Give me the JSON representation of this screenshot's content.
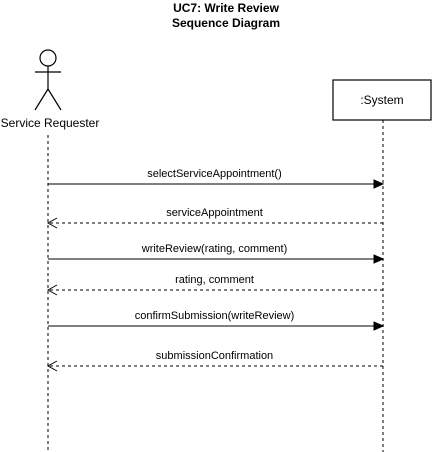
{
  "diagram": {
    "title_line_1": "UC7: Write Review",
    "title_line_2": "Sequence Diagram",
    "actor": {
      "name": "Service Requester"
    },
    "system": {
      "name": ":System"
    },
    "messages": [
      {
        "label": "selectServiceAppointment()",
        "direction": "to-system",
        "style": "solid"
      },
      {
        "label": "serviceAppointment",
        "direction": "to-actor",
        "style": "dashed"
      },
      {
        "label": "writeReview(rating, comment)",
        "direction": "to-system",
        "style": "solid"
      },
      {
        "label": "rating, comment",
        "direction": "to-actor",
        "style": "dashed"
      },
      {
        "label": "confirmSubmission(writeReview)",
        "direction": "to-system",
        "style": "solid"
      },
      {
        "label": "submissionConfirmation",
        "direction": "to-actor",
        "style": "dashed"
      }
    ]
  }
}
